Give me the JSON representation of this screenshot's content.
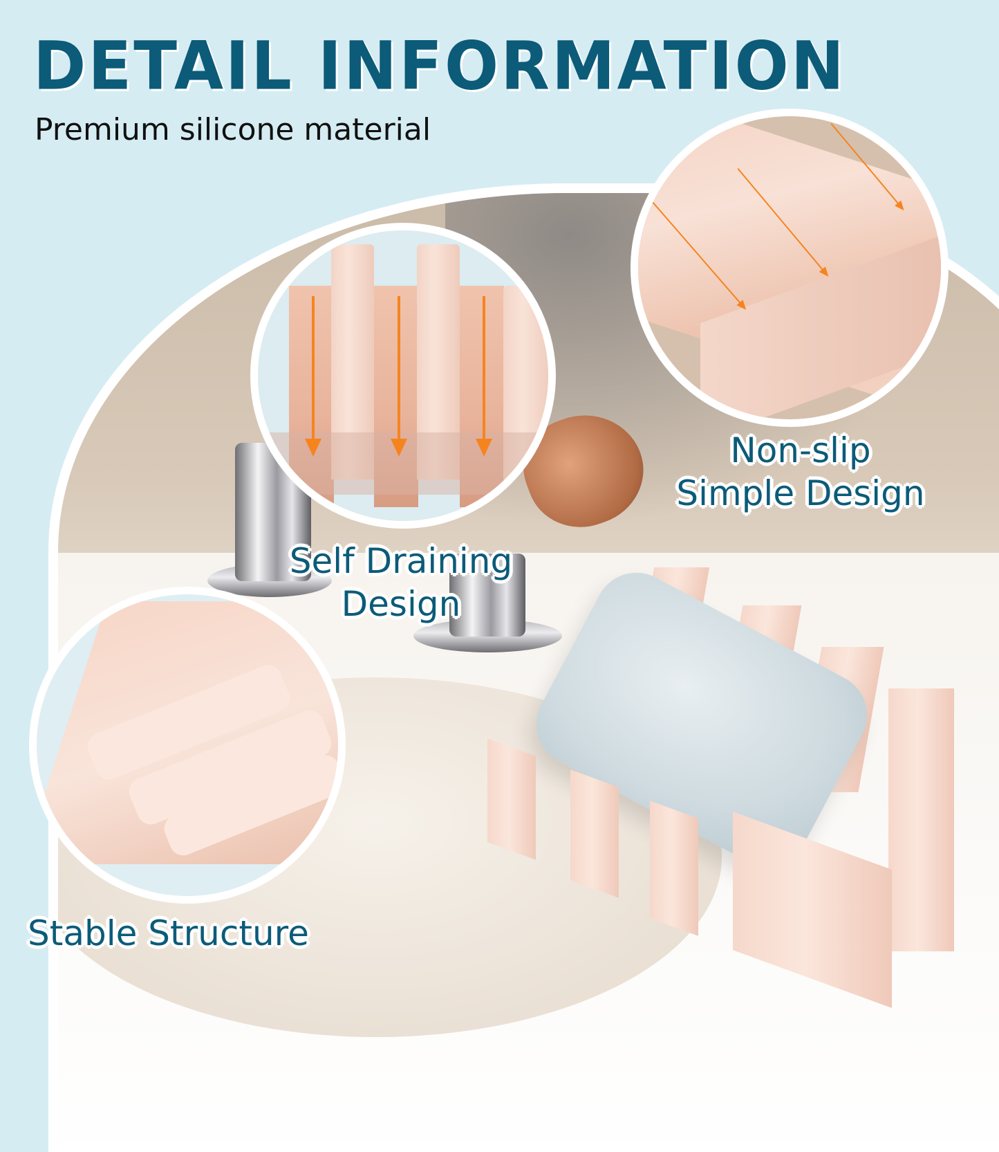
{
  "header": {
    "title": "DETAIL INFORMATION",
    "subtitle": "Premium silicone material"
  },
  "features": [
    {
      "id": "self-draining",
      "line1": "Self Draining",
      "line2": "Design"
    },
    {
      "id": "non-slip",
      "line1": "Non-slip",
      "line2": "Simple Design"
    },
    {
      "id": "stable",
      "line1": "Stable Structure"
    }
  ],
  "colors": {
    "background": "#d6ecf3",
    "title": "#0c5b78",
    "label": "#0c5b78",
    "arrow": "#f5841f",
    "product_pink": "#f6d8cb",
    "outline": "#ffffff"
  },
  "icons": {
    "drain_arrows": "orange-down-arrow",
    "flow_arrows": "orange-diagonal-arrow"
  }
}
